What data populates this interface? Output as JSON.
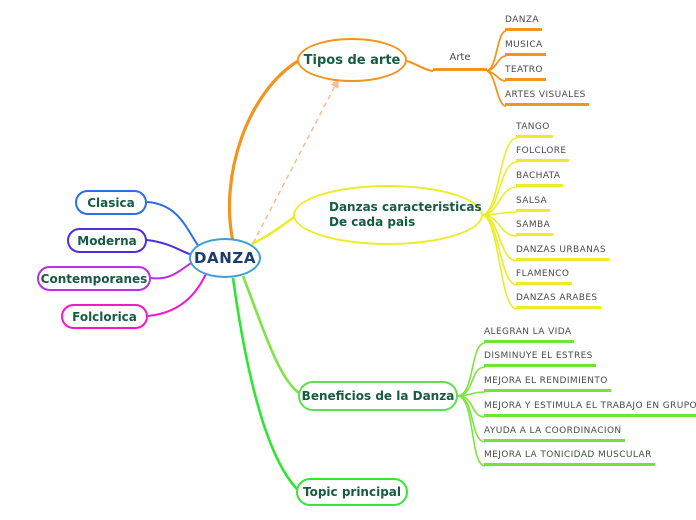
{
  "center": {
    "label": "DANZA"
  },
  "left_branch": {
    "items": [
      {
        "label": "Clasica",
        "color": "#2D6FE0"
      },
      {
        "label": "Moderna",
        "color": "#4B30DD"
      },
      {
        "label": "Contemporanes",
        "color": "#BD2FE0"
      },
      {
        "label": "Folclorica",
        "color": "#F318CC"
      }
    ]
  },
  "tipos": {
    "label": "Tipos de arte",
    "color": "#F2941D",
    "sub_branch_label": "Arte",
    "items": [
      "DANZA",
      "MUSICA",
      "TEATRO",
      "ARTES VISUALES"
    ]
  },
  "danzas": {
    "label_line1": "Danzas caracteristicas",
    "label_line2": "De cada pais",
    "color": "#ECEC28",
    "items": [
      "TANGO",
      "FOLCLORE",
      "BACHATA",
      "SALSA",
      "SAMBA",
      "DANZAS URBANAS",
      "FLAMENCO",
      "DANZAS  ARABES"
    ]
  },
  "beneficios": {
    "label": "Beneficios de la Danza",
    "color": "#6FE53C",
    "items": [
      "ALEGRAN LA VIDA",
      "DISMINUYE EL ESTRES",
      "MEJORA EL RENDIMIENTO",
      "MEJORA Y ESTIMULA EL TRABAJO EN GRUPO",
      "AYUDA A LA COORDINACION",
      "MEJORA LA TONICIDAD MUSCULAR"
    ]
  },
  "topic_principal": {
    "label": "Topic principal",
    "color": "#35E635"
  },
  "colors": {
    "orange": "#F2941D",
    "yellow": "#ECEC28",
    "light_green": "#7DE543",
    "green": "#2EE62E",
    "blue": "#2D6FE0",
    "indigo": "#4B30DD",
    "violet": "#BD2FE0",
    "magenta": "#F318CC",
    "dashed_arrow": "#F6BC90",
    "center_border": "#3E9ED8",
    "center_text": "#1D3C6E",
    "topic_text": "#175C42",
    "item_text": "#4A4A4A"
  }
}
